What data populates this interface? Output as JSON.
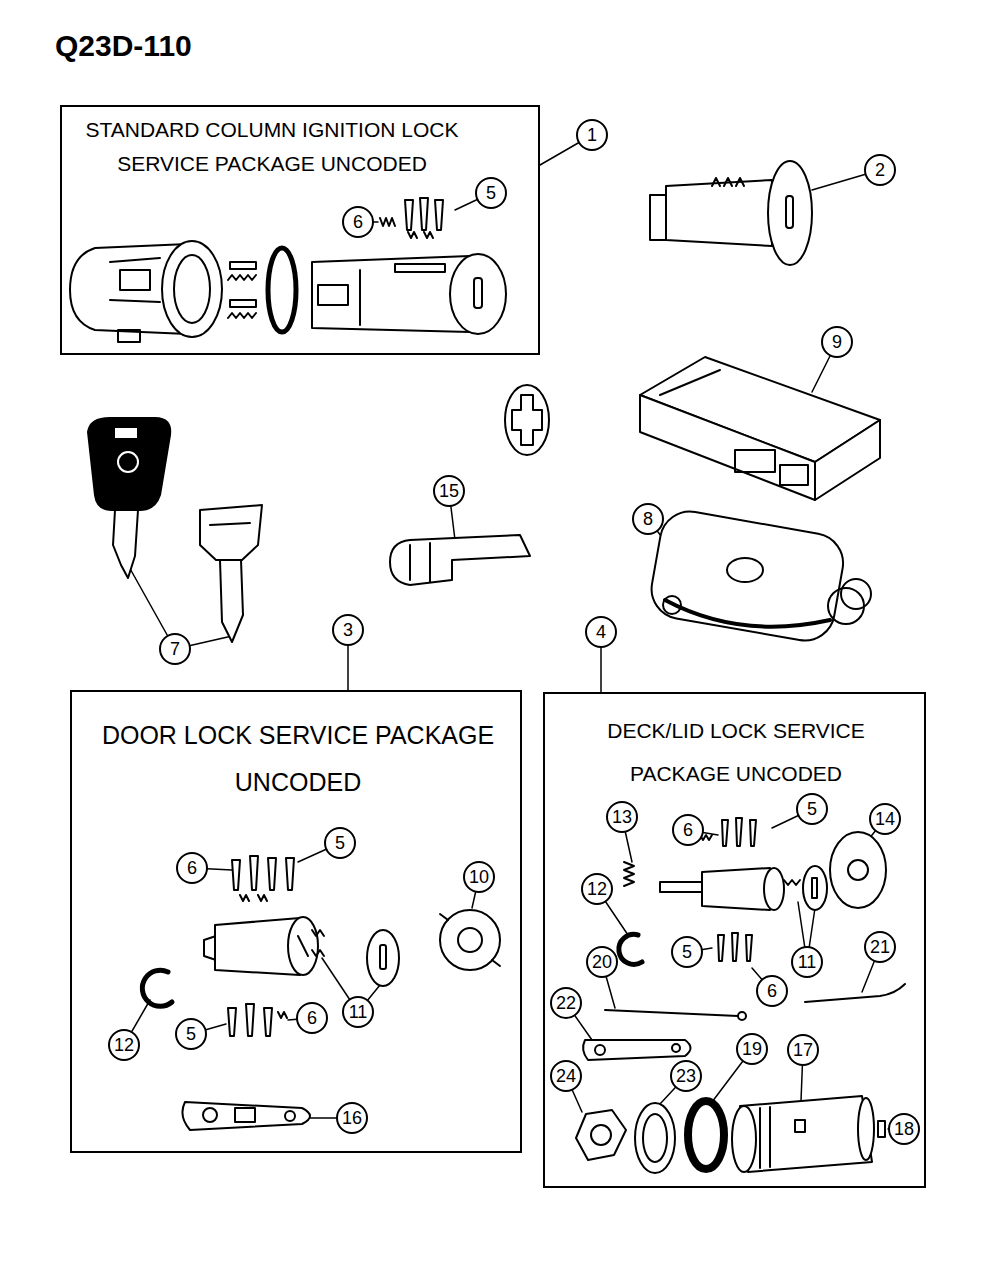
{
  "diagram": {
    "title": "Q23D-110",
    "nodes": [
      {
        "text": [
          "STANDARD COLUMN IGNITION LOCK SERVICE PACKAGE UNCODED"
        ]
      },
      {
        "text": [
          "DOOR LOCK SERVICE PACKAGE UNCODED"
        ]
      },
      {
        "text": [
          "DECK/LID LOCK SERVICE PACKAGE UNCODED"
        ]
      }
    ],
    "labels": [
      "1",
      "5",
      "6",
      "2",
      "9",
      "15",
      "8",
      "7",
      "3",
      "4",
      "6",
      "5",
      "10",
      "11",
      "12",
      "5",
      "6",
      "16",
      "13",
      "5",
      "6",
      "14",
      "12",
      "5",
      "6",
      "11",
      "20",
      "21",
      "22",
      "24",
      "19",
      "17",
      "23",
      "18"
    ]
  }
}
